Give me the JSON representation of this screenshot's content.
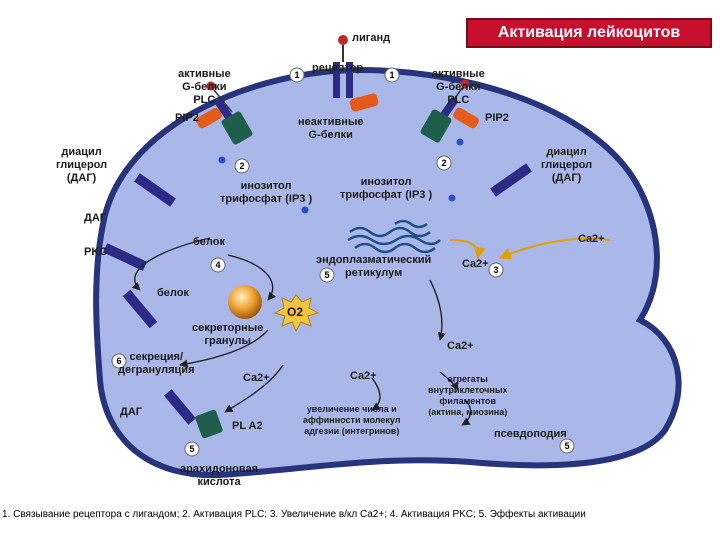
{
  "title": "Активация лейкоцитов",
  "colors": {
    "cell_fill": "#a9b8e8",
    "membrane": "#27337a",
    "receptor": "#2b2b86",
    "g_active": "#1f5e4a",
    "g_inactive": "#e55b1a",
    "title_bg": "#c8102e",
    "granule": "#f0a030",
    "er": "#1e4f86"
  },
  "labels": {
    "ligand": "лиганд",
    "receptor": "рецептор",
    "active_g_left": "активные\nG-белки\nPLC",
    "pip2_left": "PIP2",
    "active_g_right": "активные\nG-белки\nPLC",
    "pip2_right": "PIP2",
    "inactive_g": "неактивные\nG-белки",
    "dag_left_top": "диацил\nглицерол\n(ДАГ)",
    "dag_right_top": "диацил\nглицерол\n(ДАГ)",
    "ip3_left": "инозитол\nтрифосфат (IP3 )",
    "ip3_right": "инозитол\nтрифосфат (IP3 )",
    "dag_mid": "ДАГ",
    "pkc": "PKC",
    "protein_top": "белок",
    "protein_bottom": "белок",
    "er": "эндоплазматический\nретикулум",
    "ca_right_membrane": "Ca2+",
    "ca_er": "Ca2+",
    "o2": "O2",
    "secretory_granules": "секреторные\nгранулы",
    "secretion": "секреция/\nдегрануляция",
    "ca_mid_left": "Ca2+",
    "ca_mid": "Ca2+",
    "ca_right": "Ca2+",
    "dag_bottom": "ДАГ",
    "pla2": "PL A2",
    "affinity": "увеличение числа и\nаффинности молекул\nадгезии (интегринов)",
    "aggregates": "агрегаты\nвнутриклеточных\nфиламентов\n(актина, миозина)",
    "pseudopodia": "псевдоподия",
    "arachidonic": "арахидоновая\nкислота"
  },
  "steps": {
    "s1a": "1",
    "s1b": "1",
    "s2a": "2",
    "s2b": "2",
    "s3": "3",
    "s4": "4",
    "s5a": "5",
    "s5b": "5",
    "s5c": "5",
    "s6": "6"
  },
  "caption": "1. Связывание рецептора с лигандом; 2. Активация PLC; 3. Увеличение в/кл Ca2+; 4. Активация PKC;  5. Эффекты активации"
}
